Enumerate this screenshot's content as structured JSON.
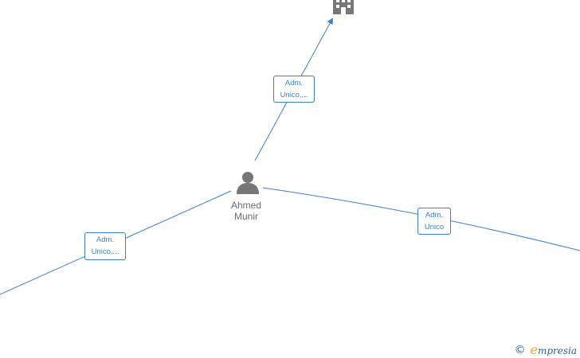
{
  "nodes": {
    "person": {
      "first_name": "Ahmed",
      "last_name": "Munir",
      "icon": "person-icon"
    },
    "company_top": {
      "icon": "building-icon"
    }
  },
  "edges": [
    {
      "id": "edge-top",
      "line1": "Adm.",
      "line2": "Unico,..."
    },
    {
      "id": "edge-left",
      "line1": "Adm.",
      "line2": "Unico,..."
    },
    {
      "id": "edge-right",
      "line1": "Adm.",
      "line2": "Unico"
    }
  ],
  "watermark": {
    "copyright_symbol": "©",
    "brand_initial": "e",
    "brand_rest": "mpresia"
  },
  "colors": {
    "edge": "#3a7fd5",
    "node_icon": "#777777",
    "label_text": "#6b6b6b"
  }
}
